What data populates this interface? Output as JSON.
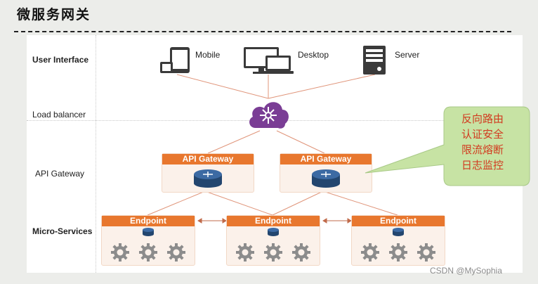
{
  "title": "微服务网关",
  "layers": {
    "user_interface": "User Interface",
    "load_balancer": "Load balancer",
    "api_gateway": "API Gateway",
    "micro_services": "Micro-Services"
  },
  "clients": {
    "mobile": "Mobile",
    "desktop": "Desktop",
    "server": "Server"
  },
  "gateways": [
    {
      "label": "API Gateway"
    },
    {
      "label": "API Gateway"
    }
  ],
  "endpoints": [
    {
      "label": "Endpoint"
    },
    {
      "label": "Endpoint"
    },
    {
      "label": "Endpoint"
    }
  ],
  "callout": {
    "lines": [
      "反向路由",
      "认证安全",
      "限流熔断",
      "日志监控"
    ],
    "fill_color": "#c7e3a4",
    "text_color": "#d23a1f"
  },
  "colors": {
    "accent": "#e8772e",
    "load_balancer": "#7a3d95",
    "router": "#2f5d93"
  },
  "icons": [
    "tablet-phone-icon",
    "desktop-laptop-icon",
    "server-tower-icon",
    "cloud-network-icon",
    "router-icon",
    "gear-icon"
  ],
  "watermark": "CSDN @MySophia"
}
